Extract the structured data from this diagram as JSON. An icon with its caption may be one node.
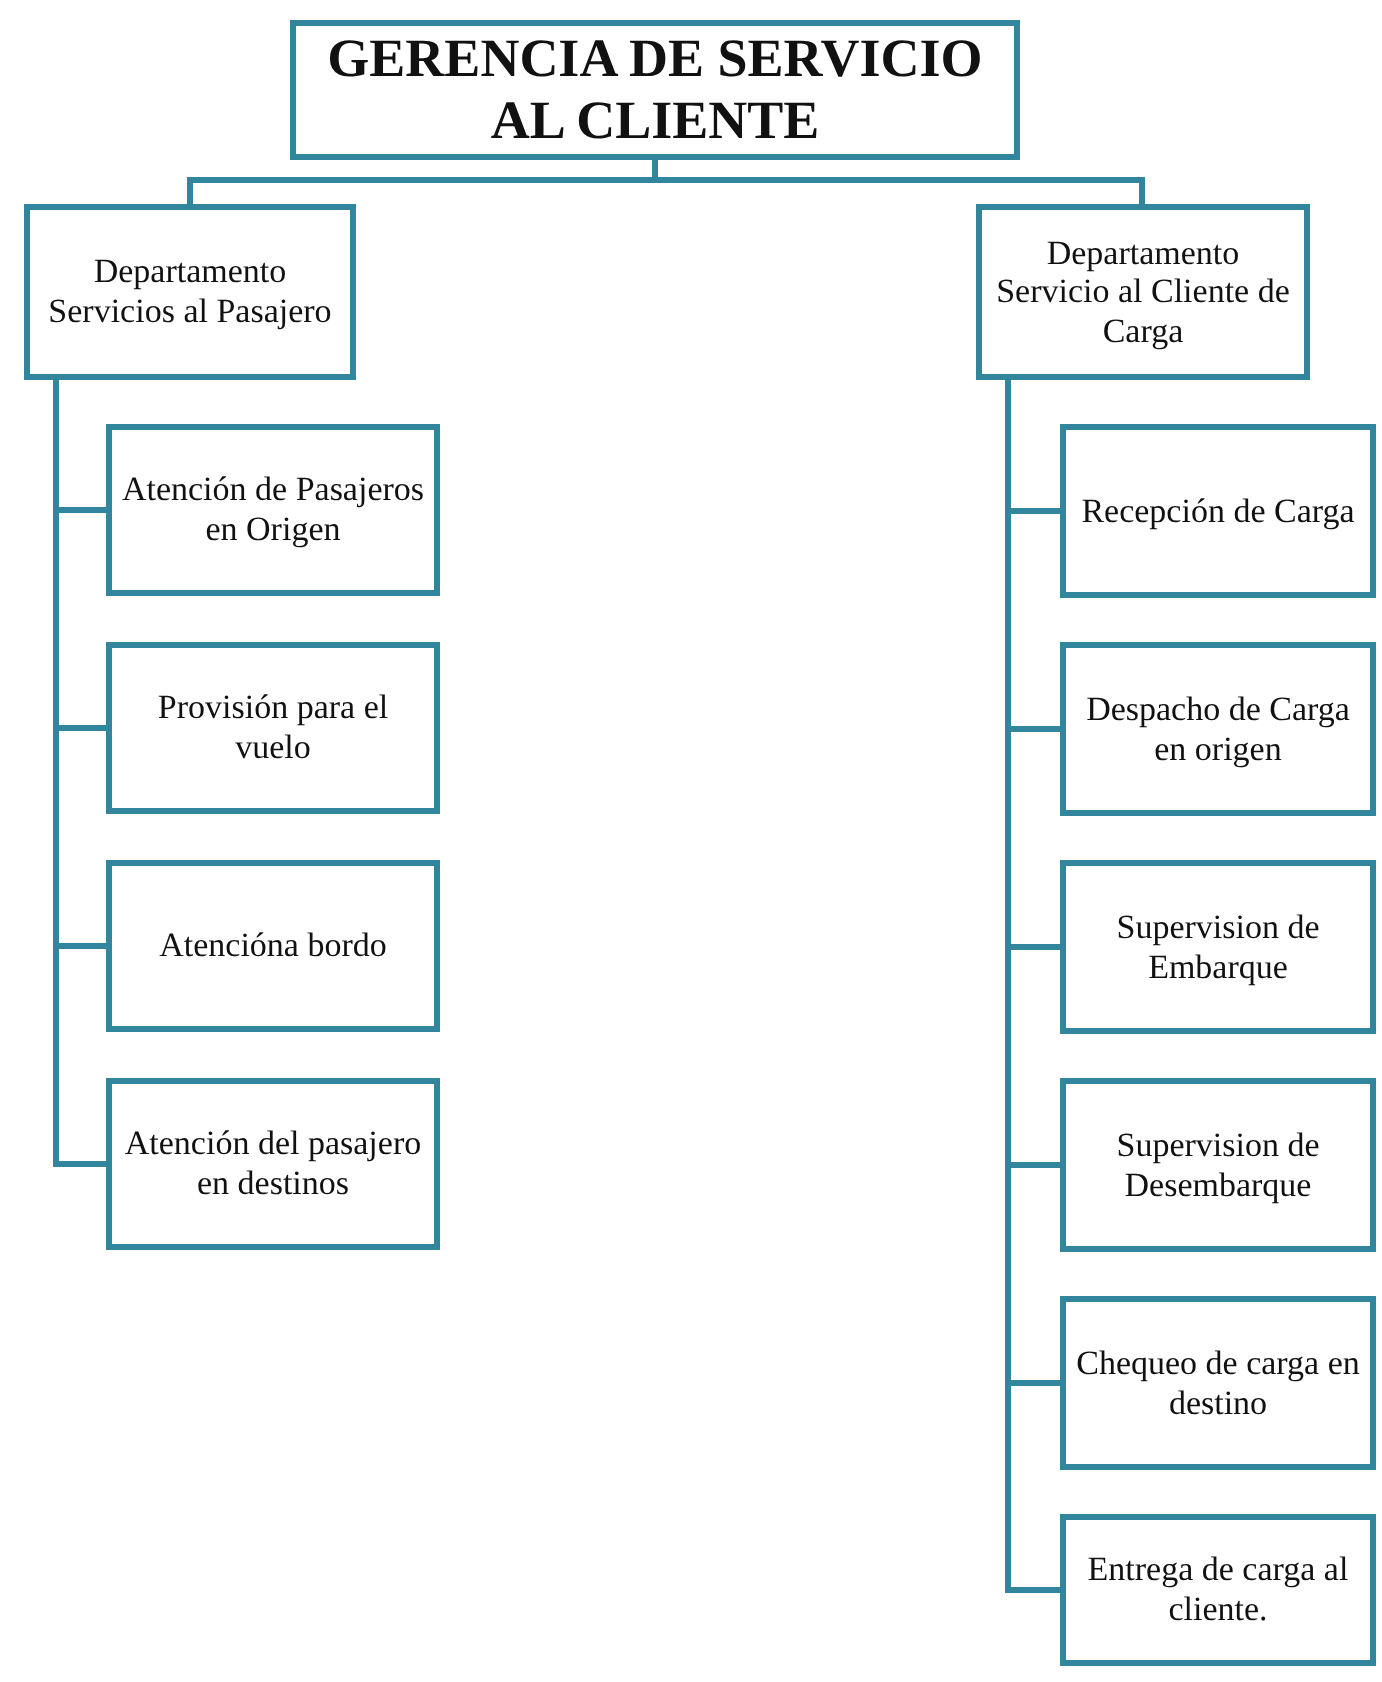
{
  "diagram": {
    "nodes": [
      {
        "text": [
          "GERENCIA DE SERVICIO AL CLIENTE"
        ]
      },
      {
        "text": [
          "Departamento Servicios al Pasajero"
        ]
      },
      {
        "text": [
          "Atención de Pasajeros en Origen"
        ]
      },
      {
        "text": [
          "Provisión para el vuelo"
        ]
      },
      {
        "text": [
          "Atencióna bordo"
        ]
      },
      {
        "text": [
          "Atención del pasajero en destinos"
        ]
      },
      {
        "text": [
          "Departamento Servicio al Cliente de Carga"
        ]
      },
      {
        "text": [
          "Recepción de Carga"
        ]
      },
      {
        "text": [
          "Despacho de Carga en origen"
        ]
      },
      {
        "text": [
          "Supervision de Embarque"
        ]
      },
      {
        "text": [
          "Supervision de Desembarque"
        ]
      },
      {
        "text": [
          "Chequeo de carga en destino"
        ]
      },
      {
        "text": [
          "Entrega de carga al cliente."
        ]
      }
    ],
    "edges": [
      {
        "from": 0,
        "to": 1,
        "arrow": "none"
      },
      {
        "from": 0,
        "to": 6,
        "arrow": "none"
      },
      {
        "from": 1,
        "to": 2,
        "arrow": "none"
      },
      {
        "from": 1,
        "to": 3,
        "arrow": "none"
      },
      {
        "from": 1,
        "to": 4,
        "arrow": "none"
      },
      {
        "from": 1,
        "to": 5,
        "arrow": "none"
      },
      {
        "from": 6,
        "to": 7,
        "arrow": "none"
      },
      {
        "from": 6,
        "to": 8,
        "arrow": "none"
      },
      {
        "from": 6,
        "to": 9,
        "arrow": "none"
      },
      {
        "from": 6,
        "to": 10,
        "arrow": "none"
      },
      {
        "from": 6,
        "to": 11,
        "arrow": "none"
      },
      {
        "from": 6,
        "to": 12,
        "arrow": "none"
      }
    ]
  }
}
